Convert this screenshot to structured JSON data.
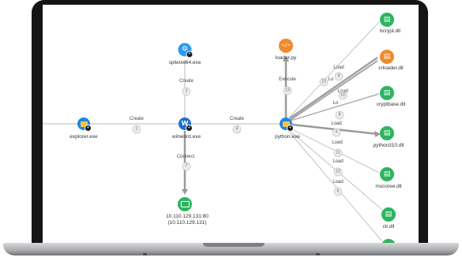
{
  "colors": {
    "process": "#1f87e0",
    "script": "#f08a2c",
    "dll_green": "#2db560",
    "dll_orange": "#f08a2c",
    "edge": "#b8b8b8",
    "edge_heavy": "#9a9a9a"
  },
  "nodes": {
    "explorer": {
      "label": "explorer.exe",
      "icon": "folder-window-icon"
    },
    "splwow64": {
      "label": "splwow64.exe",
      "icon": "gear-icon"
    },
    "winword": {
      "label": "winword.exe",
      "icon": "word-icon"
    },
    "ip": {
      "label_line1": "10.110.129.131:80",
      "label_line2": "(10.110.129.131)",
      "icon": "monitor-icon"
    },
    "loader_py": {
      "label": "loader.py",
      "icon": "script-file-icon"
    },
    "python": {
      "label": "python.exe",
      "icon": "folder-window-icon"
    },
    "bcrypt": {
      "label": "bcrypt.dll",
      "icon": "dll-icon"
    },
    "crloader": {
      "label": "crloader.dll",
      "icon": "dll-icon"
    },
    "cryptbase": {
      "label": "cryptbase.dll",
      "icon": "dll-icon"
    },
    "python310": {
      "label": "python310.dll",
      "icon": "dll-icon"
    },
    "mscoree": {
      "label": "mscoree.dll",
      "icon": "dll-icon"
    },
    "clr": {
      "label": "clr.dll",
      "icon": "dll-icon"
    }
  },
  "edges": {
    "explorer_winword": {
      "label": "Create",
      "num": "1"
    },
    "winword_splwow": {
      "label": "Create",
      "num": "2"
    },
    "winword_python": {
      "label": "Create",
      "num": "4"
    },
    "winword_ip": {
      "label": "Connect",
      "num": "7"
    },
    "python_loader": {
      "label": "Execute",
      "num": "13"
    },
    "load_a": {
      "label": "Load",
      "num": "9"
    },
    "load_b": {
      "label": "Lo",
      "num": "10"
    },
    "load_c": {
      "label": "Load",
      "num": "10"
    },
    "load_d": {
      "label": "Lo",
      "num": "8"
    },
    "load_e": {
      "label": "Load",
      "num": "5"
    },
    "load_f": {
      "label": "Load",
      "num": "11"
    },
    "load_g": {
      "label": "Load",
      "num": "12"
    },
    "load_h": {
      "label": "Load",
      "num": "6"
    }
  }
}
